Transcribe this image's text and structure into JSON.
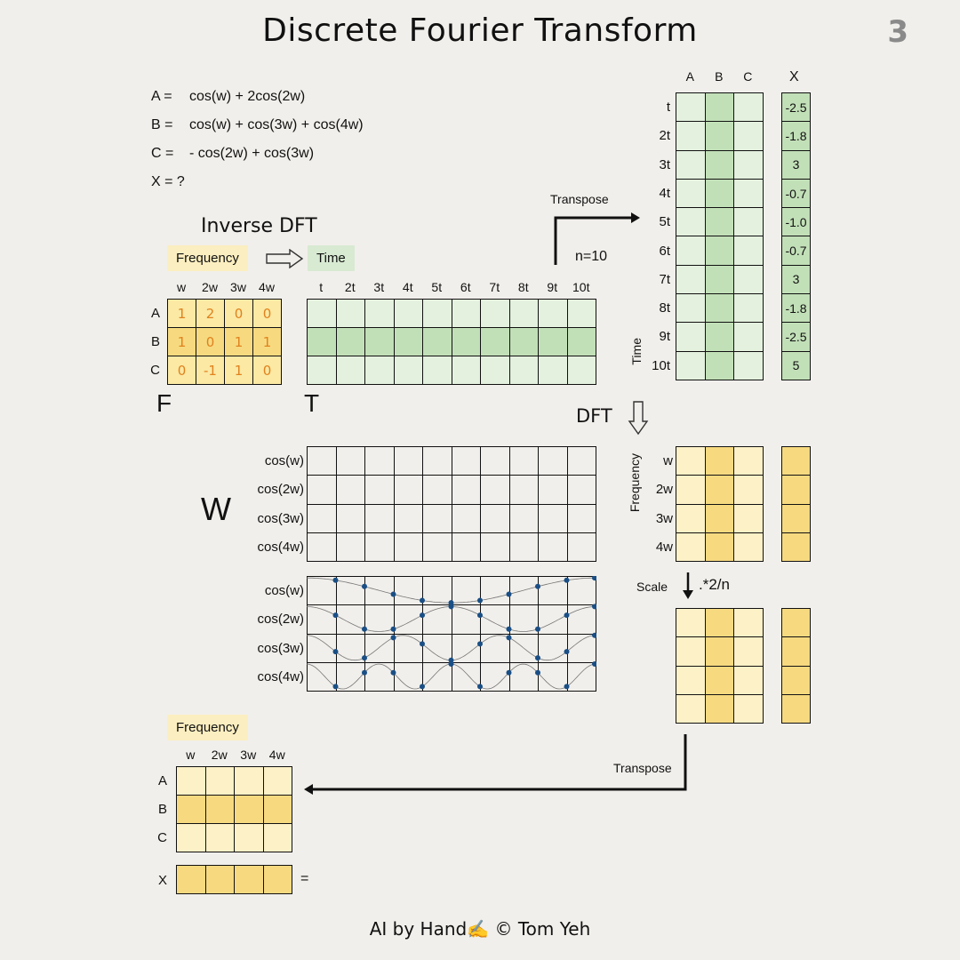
{
  "title": "Discrete Fourier Transform",
  "page_number": "3",
  "equations": [
    {
      "lhs": "A =",
      "rhs": "cos(w) + 2cos(2w)"
    },
    {
      "lhs": "B =",
      "rhs": "cos(w) + cos(3w) + cos(4w)"
    },
    {
      "lhs": "C =",
      "rhs": "- cos(2w) + cos(3w)"
    },
    {
      "lhs": "X = ?",
      "rhs": ""
    }
  ],
  "inverse_dft_label": "Inverse DFT",
  "frequency_label": "Frequency",
  "time_label": "Time",
  "transpose_label": "Transpose",
  "n_label": "n=10",
  "dft_label": "DFT",
  "scale_label": "Scale",
  "scale_op": ".*2/n",
  "F_label": "F",
  "T_label": "T",
  "W_label": "W",
  "freq_cols": [
    "w",
    "2w",
    "3w",
    "4w"
  ],
  "row_names": [
    "A",
    "B",
    "C"
  ],
  "F_matrix": [
    [
      "1",
      "2",
      "0",
      "0"
    ],
    [
      "1",
      "0",
      "1",
      "1"
    ],
    [
      "0",
      "-1",
      "1",
      "0"
    ]
  ],
  "time_cols": [
    "t",
    "2t",
    "3t",
    "4t",
    "5t",
    "6t",
    "7t",
    "8t",
    "9t",
    "10t"
  ],
  "tx_cols": [
    "A",
    "B",
    "C"
  ],
  "x_col": "X",
  "x_values": [
    "-2.5",
    "-1.8",
    "3",
    "-0.7",
    "-1.0",
    "-0.7",
    "3",
    "-1.8",
    "-2.5",
    "5"
  ],
  "freq_rows": [
    "w",
    "2w",
    "3w",
    "4w"
  ],
  "cos_rows": [
    "cos(w)",
    "cos(2w)",
    "cos(3w)",
    "cos(4w)"
  ],
  "x_row_label": "X",
  "equals": "=",
  "footer": "AI by Hand✍️ © Tom Yeh",
  "colors": {
    "green_light": "#e3f1de",
    "green_dark": "#c2e0b8",
    "yellow_light": "#fdf1c7",
    "yellow_dark": "#f7da80",
    "orange_digit": "#e0821e",
    "dot_blue": "#1a4f86"
  }
}
